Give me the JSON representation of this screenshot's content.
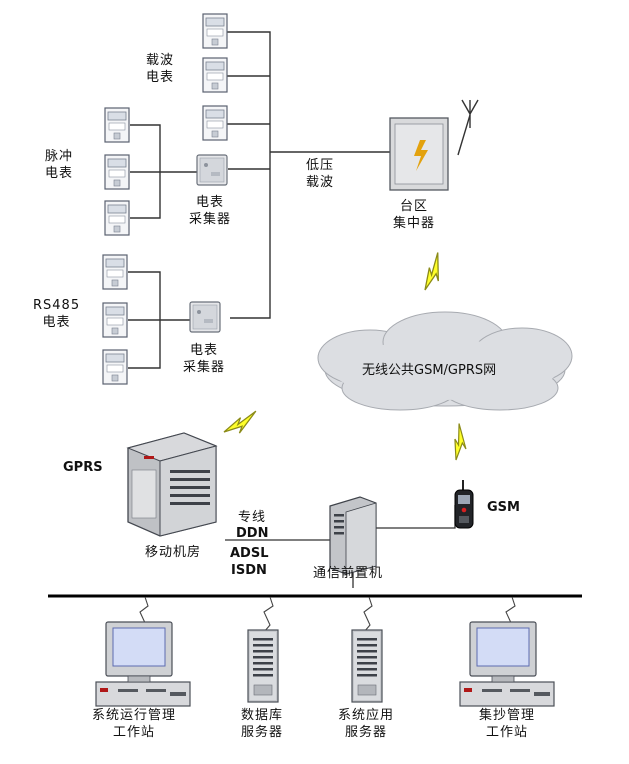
{
  "labels": {
    "carrier_meter": "载波\n电表",
    "pulse_meter": "脉冲\n电表",
    "rs485_meter": "RS485\n电表",
    "collector_1": "电表\n采集器",
    "collector_2": "电表\n采集器",
    "low_voltage_carrier": "低压\n载波",
    "area_concentrator": "台区\n集中器",
    "gsm_gprs_network": "无线公共GSM/GPRS网",
    "gprs": "GPRS",
    "mobile_room": "移动机房",
    "dedicated_line": "专线",
    "ddn": "DDN",
    "adsl": "ADSL",
    "isdn": "ISDN",
    "gsm": "GSM",
    "comm_front_end": "通信前置机",
    "sys_ops_station": "系统运行管理\n工作站",
    "db_server": "数据库\n服务器",
    "app_server": "系统应用\n服务器",
    "meter_reading_station": "集抄管理\n工作站"
  }
}
